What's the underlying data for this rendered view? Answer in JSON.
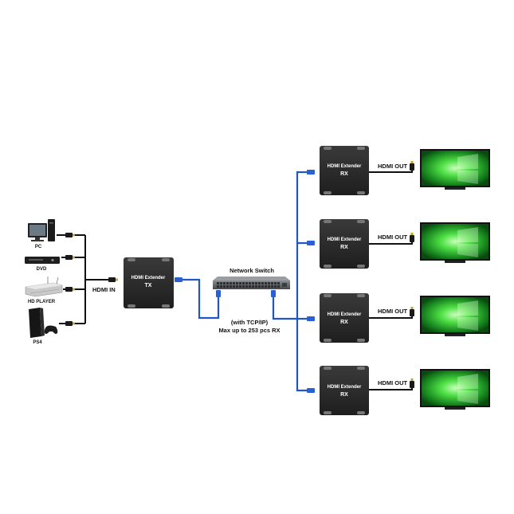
{
  "sources": [
    {
      "label": "PC",
      "icon": "pc-icon"
    },
    {
      "label": "DVD",
      "icon": "dvd-player-icon"
    },
    {
      "label": "HD PLAYER",
      "icon": "hd-player-icon"
    },
    {
      "label": "PS4",
      "icon": "ps4-console-icon"
    }
  ],
  "hdmi_in_label": "HDMI IN",
  "transmitter": {
    "line1": "HDMI Extender",
    "line2": "TX"
  },
  "network_switch": {
    "label": "Network Switch",
    "icon": "network-switch-icon"
  },
  "note": {
    "line1": "(with TCP/IP)",
    "line2": "Max up to 253 pcs RX"
  },
  "receivers": [
    {
      "line1": "HDMI Extender",
      "line2": "RX",
      "out_label": "HDMI OUT"
    },
    {
      "line1": "HDMI Extender",
      "line2": "RX",
      "out_label": "HDMI OUT"
    },
    {
      "line1": "HDMI Extender",
      "line2": "RX",
      "out_label": "HDMI OUT"
    },
    {
      "line1": "HDMI Extender",
      "line2": "RX",
      "out_label": "HDMI OUT"
    }
  ],
  "colors": {
    "device_body": "#2a2a2a",
    "cable_hdmi": "#111111",
    "cable_network": "#2156c9",
    "screen_green": "#2fc43a",
    "switch_body": "#55585c"
  }
}
